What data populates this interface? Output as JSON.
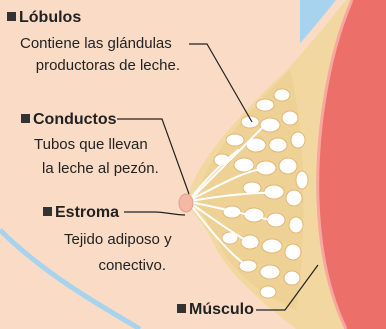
{
  "labels": {
    "lobulos": {
      "title": "Lóbulos",
      "desc_line1": "Contiene las glándulas",
      "desc_line2": "productoras de leche."
    },
    "conductos": {
      "title": "Conductos",
      "desc_line1": "Tubos que llevan",
      "desc_line2": "la leche al pezón."
    },
    "estroma": {
      "title": "Estroma",
      "desc_line1": "Tejido adiposo y",
      "desc_line2": "conectivo."
    },
    "musculo": {
      "title": "Músculo"
    }
  },
  "colors": {
    "skin": "#fadcc6",
    "background_blue": "#a7d3ef",
    "fat_tissue": "#f2d8a0",
    "lobule": "#ffffff",
    "muscle": "#ec6f6a",
    "leader_line": "#222222"
  }
}
